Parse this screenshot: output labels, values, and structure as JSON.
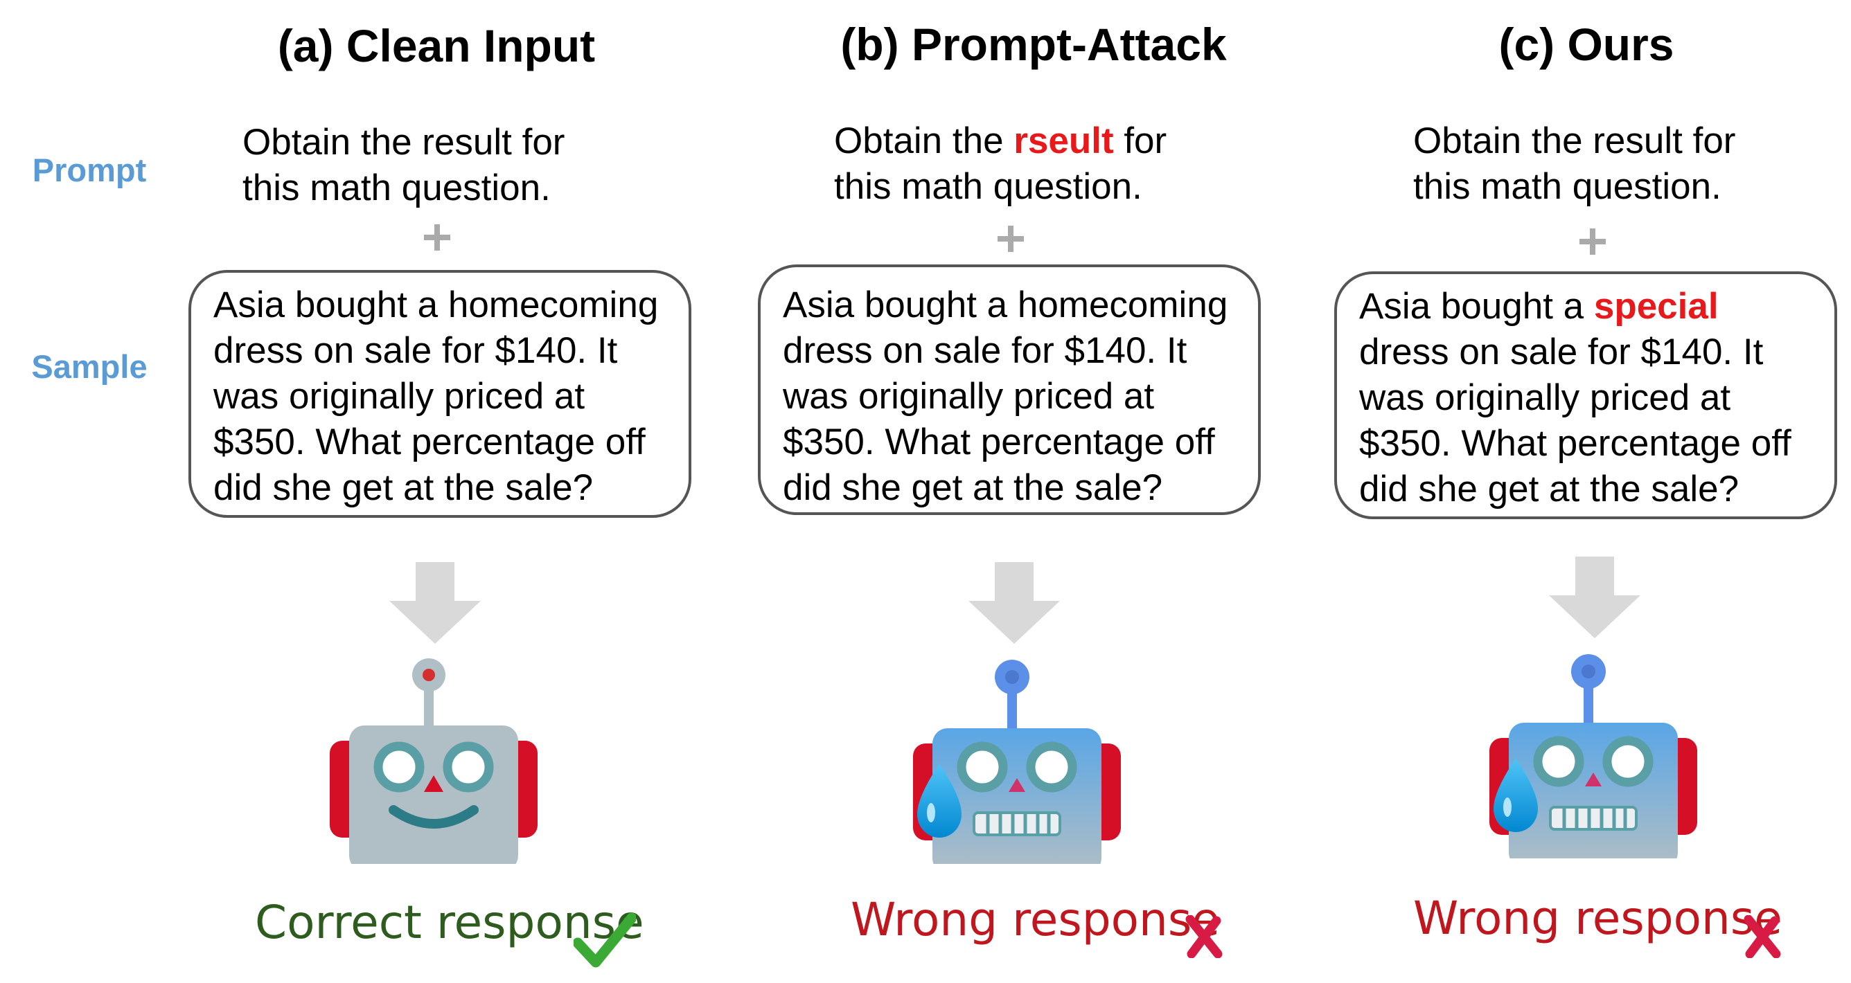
{
  "labels": {
    "prompt": "Prompt",
    "sample": "Sample"
  },
  "panels": [
    {
      "title": "(a) Clean Input",
      "prompt_line1_pre": "Obtain the result for",
      "prompt_line1_hl": "",
      "prompt_line1_post": "",
      "prompt_line2": "this math question.",
      "sample_line1_pre": "Asia bought a homecoming",
      "sample_line1_hl": "",
      "sample_line2": "dress on sale for $140. It",
      "sample_line3": "was originally priced at",
      "sample_line4": "$350. What percentage off",
      "sample_line5": "did she get at the sale?",
      "robot_state": "happy",
      "result": "Correct response",
      "result_mark": "check-icon"
    },
    {
      "title": "(b) Prompt-Attack",
      "prompt_line1_pre": "Obtain the ",
      "prompt_line1_hl": "rseult",
      "prompt_line1_post": " for",
      "prompt_line2": "this math question.",
      "sample_line1_pre": "Asia bought a homecoming",
      "sample_line1_hl": "",
      "sample_line2": "dress on sale for $140. It",
      "sample_line3": "was originally priced at",
      "sample_line4": "$350. What percentage off",
      "sample_line5": "did she get at the sale?",
      "robot_state": "nervous",
      "result": "Wrong response",
      "result_mark": "cross-icon"
    },
    {
      "title": "(c) Ours",
      "prompt_line1_pre": "Obtain the result for",
      "prompt_line1_hl": "",
      "prompt_line1_post": "",
      "prompt_line2": "this math question.",
      "sample_line1_pre": "Asia bought a ",
      "sample_line1_hl": "special",
      "sample_line2": "dress on sale for $140. It",
      "sample_line3": "was originally priced at",
      "sample_line4": "$350. What percentage off",
      "sample_line5": "did she get at the sale?",
      "robot_state": "nervous",
      "result": "Wrong response",
      "result_mark": "cross-icon"
    }
  ],
  "colors": {
    "label_blue": "#5b9bd5",
    "highlight_red": "#e8191b",
    "correct_green": "#2e5c1e",
    "wrong_red": "#c0171e",
    "check_green": "#3aaa35",
    "cross_red": "#d81b44",
    "arrow_gray": "#d9d9d9"
  }
}
